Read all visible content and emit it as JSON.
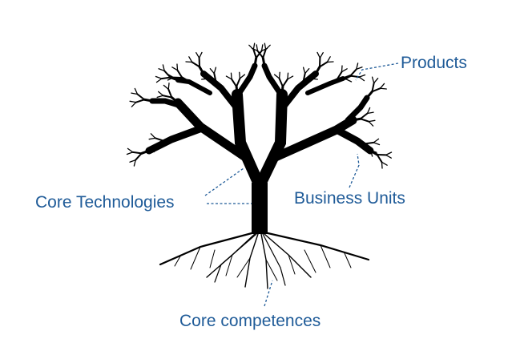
{
  "diagram": {
    "labels": {
      "products": "Products",
      "core_technologies": "Core Technologies",
      "business_units": "Business Units",
      "core_competences": "Core competences"
    },
    "colors": {
      "label_text": "#1f5b98",
      "tree": "#000000",
      "background": "#ffffff"
    }
  }
}
